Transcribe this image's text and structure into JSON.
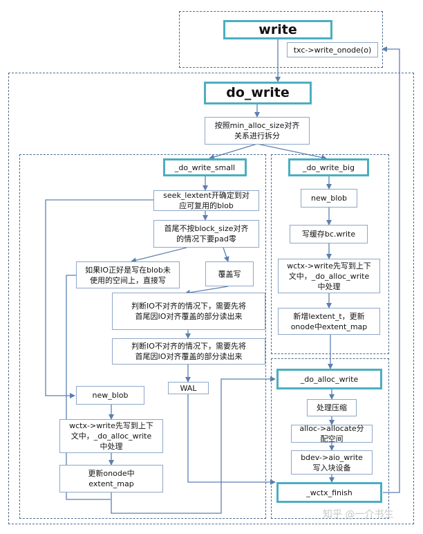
{
  "nodes": {
    "write": "write",
    "txc_write_onode": "txc->write_onode(o)",
    "do_write": "do_write",
    "split": "按照min_alloc_size对齐\n关系进行拆分",
    "do_write_small": "_do_write_small",
    "do_write_big": "_do_write_big",
    "seek_lextent": "seek_lextent开确定到对\n应可复用的blob",
    "pad_zero": "首尾不按block_size对齐\n的情况下要pad零",
    "direct_write": "如果IO正好是写在blob未\n使用的空间上，直接写",
    "overwrite": "覆盖写",
    "read_unaligned_1": "判断IO不对齐的情况下，需要先将\n首尾因IO对齐覆盖的部分读出来",
    "read_unaligned_2": "判断IO不对齐的情况下，需要先将\n首尾因IO对齐覆盖的部分读出来",
    "wal": "WAL",
    "new_blob_small": "new_blob",
    "wctx_write_small": "wctx->write先写到上下\n文中，_do_alloc_write\n中处理",
    "update_extent_map": "更新onode中\nextent_map",
    "new_blob_big": "new_blob",
    "bc_write": "写缓存bc.write",
    "wctx_write_big": "wctx->write先写到上下\n文中，_do_alloc_write\n中处理",
    "new_lextent": "新增lextent_t，更新\nonode中extent_map",
    "do_alloc_write": "_do_alloc_write",
    "compress": "处理压缩",
    "allocate": "alloc->allocate分\n配空间",
    "aio_write": "bdev->aio_write\n写入块设备",
    "wctx_finish": "_wctx_finish"
  },
  "colors": {
    "highlight_border": "#4aaec0",
    "box_border": "#8ea6c8",
    "arrow": "#5b7fb0",
    "region_border": "#4a6a8e"
  },
  "watermark": "知乎 @一介书生"
}
